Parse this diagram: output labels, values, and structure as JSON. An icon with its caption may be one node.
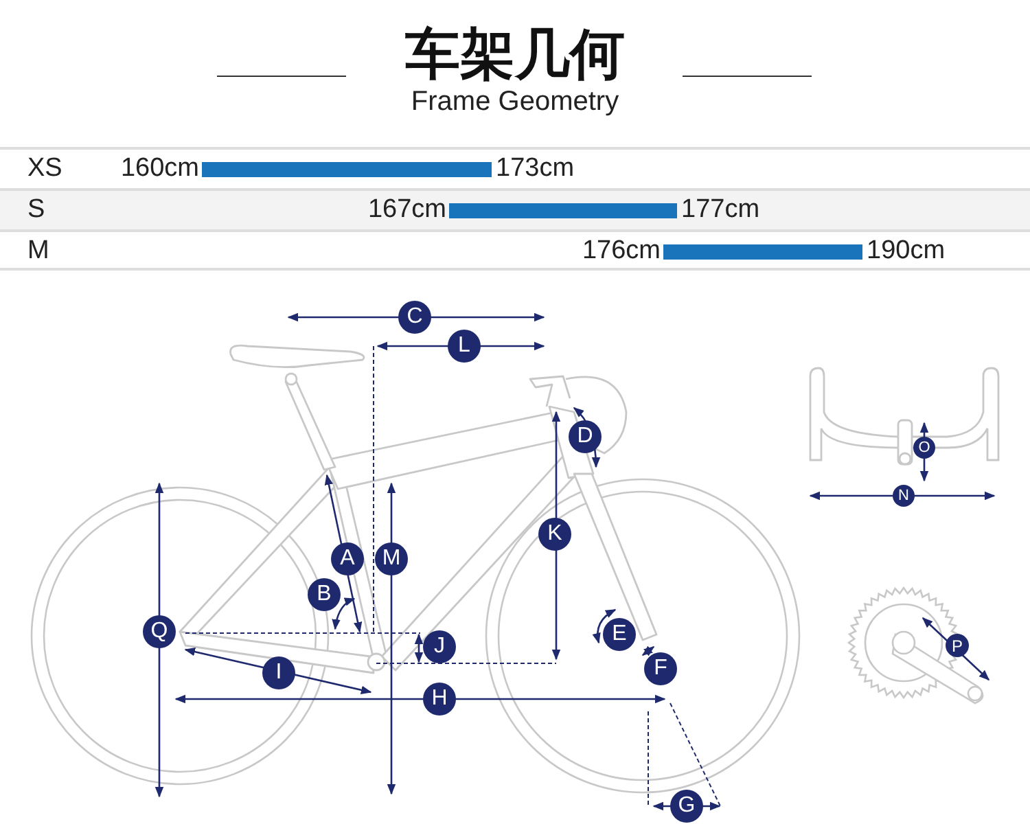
{
  "diagram": {
    "title": "车架几何",
    "labels": [
      "Frame Geometry",
      "XS",
      "160cm",
      "173cm",
      "S",
      "167cm",
      "177cm",
      "M",
      "176cm",
      "190cm",
      "C",
      "L",
      "D",
      "O",
      "N",
      "K",
      "A",
      "M",
      "B",
      "Q",
      "E",
      "J",
      "F",
      "P",
      "I",
      "H",
      "G"
    ]
  }
}
